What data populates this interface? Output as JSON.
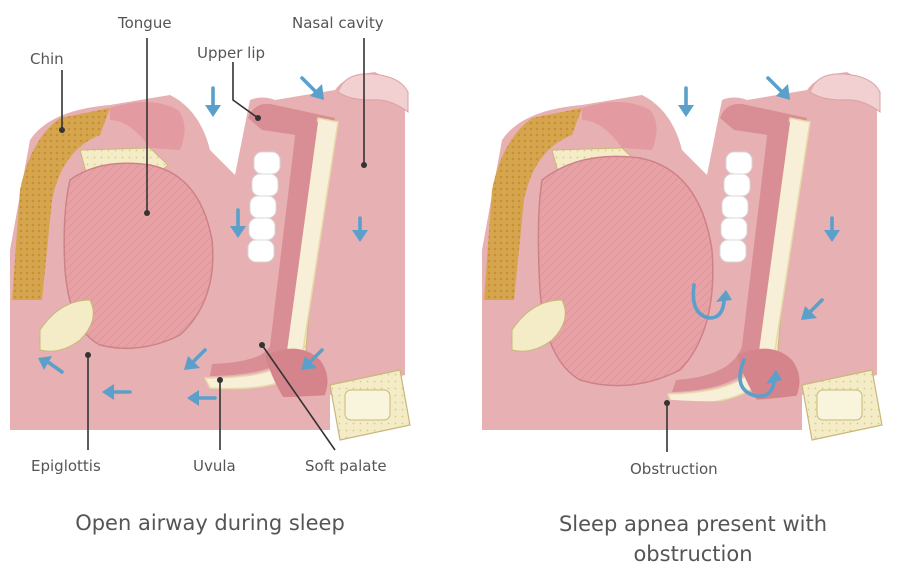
{
  "colors": {
    "tissue": "#e7b0b2",
    "tissue_light": "#f2cfd0",
    "tissue_dark": "#d08a8f",
    "tongue": "#e8a2a6",
    "fat": "#d6a64f",
    "bone": "#f4ecc6",
    "airflow": "#5b9fcb",
    "leader": "#333333",
    "text": "#555555"
  },
  "panels": {
    "left": {
      "labels": {
        "chin": "Chin",
        "tongue": "Tongue",
        "upper_lip": "Upper lip",
        "nasal_cavity": "Nasal cavity",
        "epiglottis": "Epiglottis",
        "uvula": "Uvula",
        "soft_palate": "Soft palate"
      },
      "caption": "Open airway during sleep"
    },
    "right": {
      "labels": {
        "obstruction": "Obstruction"
      },
      "caption_line1": "Sleep apnea present with",
      "caption_line2": "obstruction"
    }
  }
}
